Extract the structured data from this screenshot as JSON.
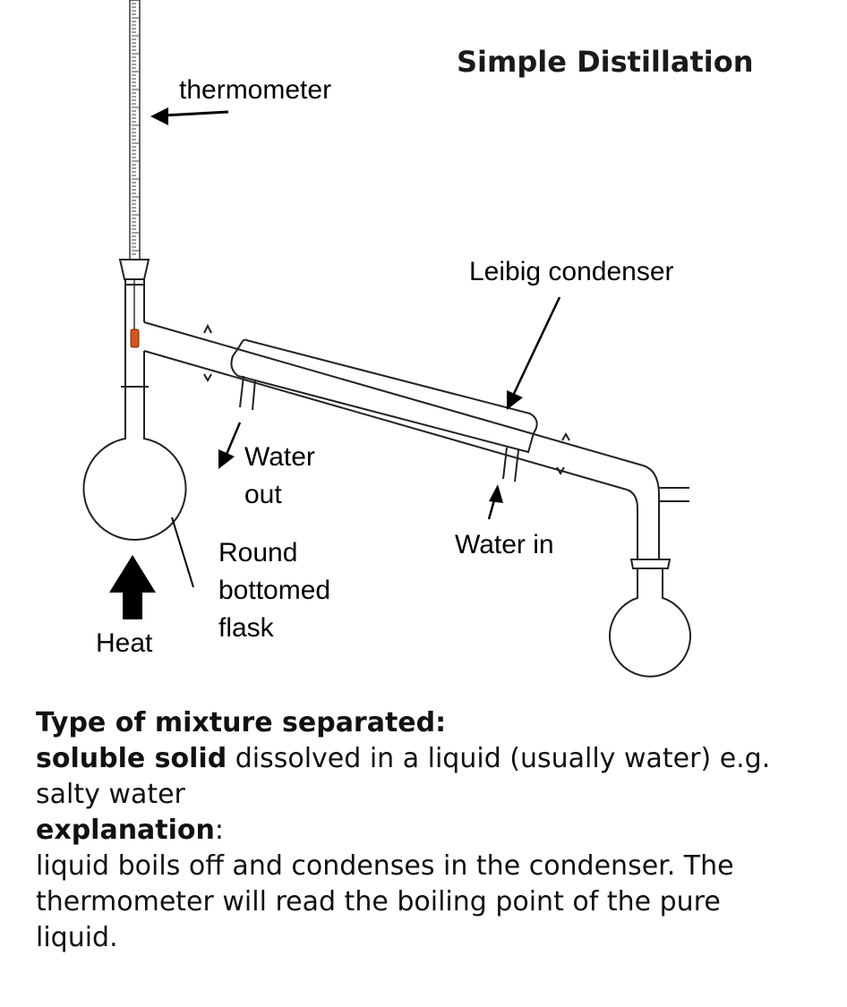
{
  "title": "Simple Distillation",
  "labels": {
    "thermometer": "thermometer",
    "condenser": "Leibig condenser",
    "water_out_line1": "Water",
    "water_out_line2": "out",
    "water_in": "Water in",
    "flask_line1": "Round",
    "flask_line2": "bottomed",
    "flask_line3": "flask",
    "heat": "Heat"
  },
  "text": {
    "mixture_heading": "Type of mixture separated:",
    "mixture_bold": "soluble solid",
    "mixture_rest_line1": " dissolved in a liquid (usually water) e.g.",
    "mixture_rest_line2": "salty water",
    "explanation_heading": "explanation",
    "explanation_colon": ":",
    "explanation_line1": "liquid boils off and condenses in the condenser. The",
    "explanation_line2": "thermometer will read the boiling point of the pure",
    "explanation_line3": "liquid."
  },
  "colors": {
    "bulb": "#d2541f",
    "line": "#222222"
  }
}
